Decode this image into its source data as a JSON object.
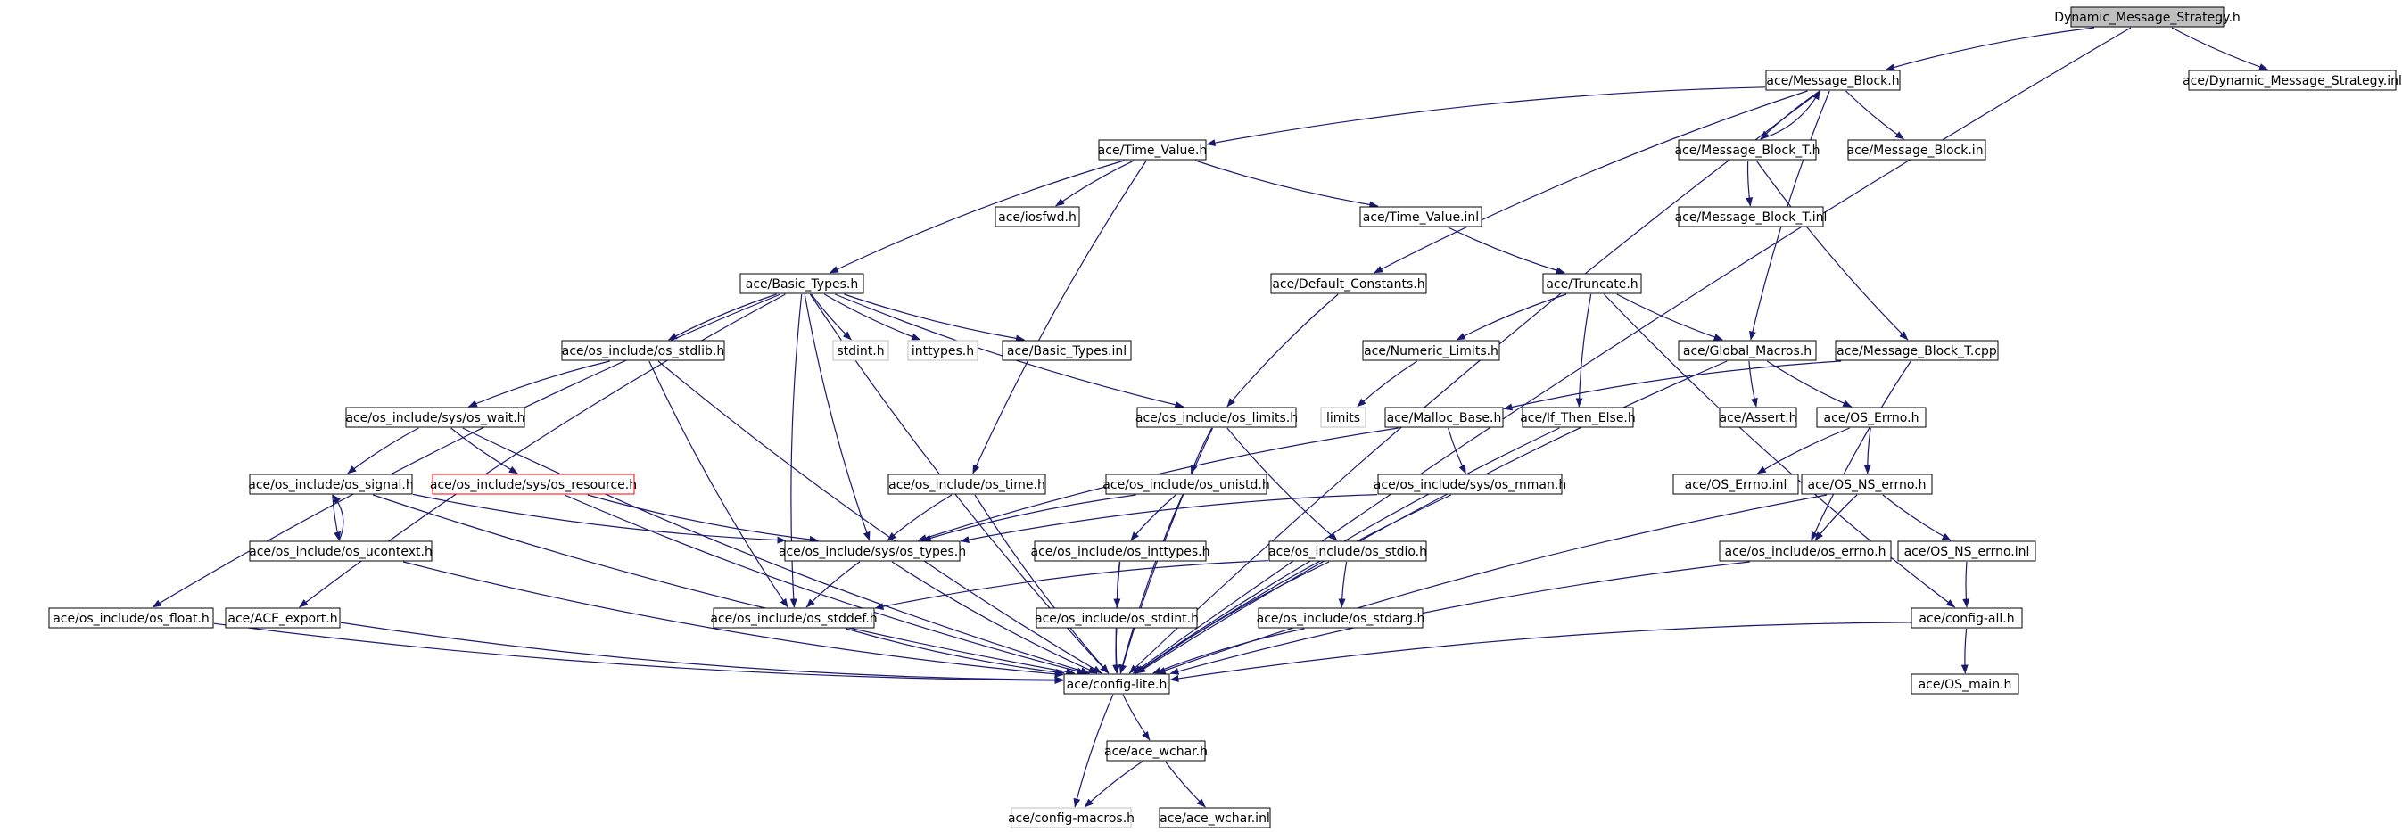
{
  "graph": {
    "title": "",
    "colors": {
      "edge": "#191970",
      "node_border": "#000000",
      "node_fill": "#ffffff",
      "root_fill": "#bfbfbf",
      "missing_border": "#bfbfbf",
      "error_border": "#ff0000"
    },
    "nodes": [
      {
        "id": "dms",
        "label": "Dynamic_Message_Strategy.h",
        "kind": "root"
      },
      {
        "id": "mb",
        "label": "ace/Message_Block.h",
        "kind": "normal"
      },
      {
        "id": "dmsinl",
        "label": "ace/Dynamic_Message_Strategy.inl",
        "kind": "normal"
      },
      {
        "id": "tv",
        "label": "ace/Time_Value.h",
        "kind": "normal"
      },
      {
        "id": "mbt",
        "label": "ace/Message_Block_T.h",
        "kind": "normal"
      },
      {
        "id": "mbinl",
        "label": "ace/Message_Block.inl",
        "kind": "normal"
      },
      {
        "id": "iosfwd",
        "label": "ace/iosfwd.h",
        "kind": "normal"
      },
      {
        "id": "tvinl",
        "label": "ace/Time_Value.inl",
        "kind": "normal"
      },
      {
        "id": "mbtinl",
        "label": "ace/Message_Block_T.inl",
        "kind": "normal"
      },
      {
        "id": "bt",
        "label": "ace/Basic_Types.h",
        "kind": "normal"
      },
      {
        "id": "dc",
        "label": "ace/Default_Constants.h",
        "kind": "normal"
      },
      {
        "id": "trunc",
        "label": "ace/Truncate.h",
        "kind": "normal"
      },
      {
        "id": "stdlib",
        "label": "ace/os_include/os_stdlib.h",
        "kind": "normal"
      },
      {
        "id": "stdint_h",
        "label": "stdint.h",
        "kind": "missing"
      },
      {
        "id": "inttypes_h",
        "label": "inttypes.h",
        "kind": "missing"
      },
      {
        "id": "btinl",
        "label": "ace/Basic_Types.inl",
        "kind": "normal"
      },
      {
        "id": "numlim",
        "label": "ace/Numeric_Limits.h",
        "kind": "normal"
      },
      {
        "id": "gm",
        "label": "ace/Global_Macros.h",
        "kind": "normal"
      },
      {
        "id": "mbtcpp",
        "label": "ace/Message_Block_T.cpp",
        "kind": "normal"
      },
      {
        "id": "wait",
        "label": "ace/os_include/sys/os_wait.h",
        "kind": "normal"
      },
      {
        "id": "limits",
        "label": "limits",
        "kind": "missing"
      },
      {
        "id": "oslimits",
        "label": "ace/os_include/os_limits.h",
        "kind": "normal"
      },
      {
        "id": "mallocbase",
        "label": "ace/Malloc_Base.h",
        "kind": "normal"
      },
      {
        "id": "ifthen",
        "label": "ace/If_Then_Else.h",
        "kind": "normal"
      },
      {
        "id": "assert",
        "label": "ace/Assert.h",
        "kind": "normal"
      },
      {
        "id": "oserrno",
        "label": "ace/OS_Errno.h",
        "kind": "normal"
      },
      {
        "id": "signal",
        "label": "ace/os_include/os_signal.h",
        "kind": "normal"
      },
      {
        "id": "resource",
        "label": "ace/os_include/sys/os_resource.h",
        "kind": "error"
      },
      {
        "id": "ostime",
        "label": "ace/os_include/os_time.h",
        "kind": "normal"
      },
      {
        "id": "unistd",
        "label": "ace/os_include/os_unistd.h",
        "kind": "normal"
      },
      {
        "id": "mman",
        "label": "ace/os_include/sys/os_mman.h",
        "kind": "normal"
      },
      {
        "id": "oserrnoinl",
        "label": "ace/OS_Errno.inl",
        "kind": "normal"
      },
      {
        "id": "nserrno",
        "label": "ace/OS_NS_errno.h",
        "kind": "normal"
      },
      {
        "id": "ucontext",
        "label": "ace/os_include/os_ucontext.h",
        "kind": "normal"
      },
      {
        "id": "types",
        "label": "ace/os_include/sys/os_types.h",
        "kind": "normal"
      },
      {
        "id": "inttypes",
        "label": "ace/os_include/os_inttypes.h",
        "kind": "normal"
      },
      {
        "id": "stdio",
        "label": "ace/os_include/os_stdio.h",
        "kind": "normal"
      },
      {
        "id": "errno",
        "label": "ace/os_include/os_errno.h",
        "kind": "normal"
      },
      {
        "id": "nserrnoinl",
        "label": "ace/OS_NS_errno.inl",
        "kind": "normal"
      },
      {
        "id": "float",
        "label": "ace/os_include/os_float.h",
        "kind": "normal"
      },
      {
        "id": "aceexport",
        "label": "ace/ACE_export.h",
        "kind": "normal"
      },
      {
        "id": "stddef",
        "label": "ace/os_include/os_stddef.h",
        "kind": "normal"
      },
      {
        "id": "stdint",
        "label": "ace/os_include/os_stdint.h",
        "kind": "normal"
      },
      {
        "id": "stdarg",
        "label": "ace/os_include/os_stdarg.h",
        "kind": "normal"
      },
      {
        "id": "configall",
        "label": "ace/config-all.h",
        "kind": "normal"
      },
      {
        "id": "configlite",
        "label": "ace/config-lite.h",
        "kind": "normal"
      },
      {
        "id": "osmain",
        "label": "ace/OS_main.h",
        "kind": "normal"
      },
      {
        "id": "acewchar",
        "label": "ace/ace_wchar.h",
        "kind": "normal"
      },
      {
        "id": "configmacros",
        "label": "ace/config-macros.h",
        "kind": "missing"
      },
      {
        "id": "acewcharinl",
        "label": "ace/ace_wchar.inl",
        "kind": "normal"
      }
    ],
    "edges": [
      [
        "dms",
        "mb"
      ],
      [
        "dms",
        "dmsinl"
      ],
      [
        "dms",
        "configlite"
      ],
      [
        "mb",
        "tv"
      ],
      [
        "mb",
        "mbt"
      ],
      [
        "mb",
        "mbinl"
      ],
      [
        "mb",
        "dc"
      ],
      [
        "mb",
        "gm"
      ],
      [
        "mb",
        "configlite"
      ],
      [
        "mbt",
        "mb"
      ],
      [
        "mbt",
        "mbtinl"
      ],
      [
        "mbt",
        "mbtcpp"
      ],
      [
        "tv",
        "iosfwd"
      ],
      [
        "tv",
        "tvinl"
      ],
      [
        "tv",
        "bt"
      ],
      [
        "tv",
        "ostime"
      ],
      [
        "tvinl",
        "trunc"
      ],
      [
        "bt",
        "stdlib"
      ],
      [
        "bt",
        "stdint_h"
      ],
      [
        "bt",
        "inttypes_h"
      ],
      [
        "bt",
        "btinl"
      ],
      [
        "bt",
        "oslimits"
      ],
      [
        "bt",
        "types"
      ],
      [
        "bt",
        "stddef"
      ],
      [
        "bt",
        "float"
      ],
      [
        "bt",
        "aceexport"
      ],
      [
        "bt",
        "configlite"
      ],
      [
        "dc",
        "oslimits"
      ],
      [
        "trunc",
        "numlim"
      ],
      [
        "trunc",
        "gm"
      ],
      [
        "trunc",
        "ifthen"
      ],
      [
        "trunc",
        "configall"
      ],
      [
        "numlim",
        "limits"
      ],
      [
        "stdlib",
        "wait"
      ],
      [
        "stdlib",
        "stddef"
      ],
      [
        "stdlib",
        "configlite"
      ],
      [
        "wait",
        "signal"
      ],
      [
        "wait",
        "resource"
      ],
      [
        "wait",
        "configlite"
      ],
      [
        "gm",
        "assert"
      ],
      [
        "gm",
        "oserrno"
      ],
      [
        "gm",
        "configlite"
      ],
      [
        "mbtcpp",
        "mallocbase"
      ],
      [
        "mbtcpp",
        "errno"
      ],
      [
        "oslimits",
        "unistd"
      ],
      [
        "oslimits",
        "stdio"
      ],
      [
        "oslimits",
        "configlite"
      ],
      [
        "mallocbase",
        "mman"
      ],
      [
        "mallocbase",
        "types"
      ],
      [
        "ifthen",
        "configlite"
      ],
      [
        "oserrno",
        "oserrnoinl"
      ],
      [
        "oserrno",
        "nserrno"
      ],
      [
        "nserrno",
        "errno"
      ],
      [
        "nserrno",
        "nserrnoinl"
      ],
      [
        "nserrno",
        "configlite"
      ],
      [
        "signal",
        "types"
      ],
      [
        "signal",
        "ucontext"
      ],
      [
        "signal",
        "configlite"
      ],
      [
        "ucontext",
        "signal"
      ],
      [
        "ucontext",
        "configlite"
      ],
      [
        "resource",
        "types"
      ],
      [
        "resource",
        "configlite"
      ],
      [
        "ostime",
        "types"
      ],
      [
        "ostime",
        "configlite"
      ],
      [
        "unistd",
        "types"
      ],
      [
        "unistd",
        "inttypes"
      ],
      [
        "unistd",
        "configlite"
      ],
      [
        "mman",
        "types"
      ],
      [
        "mman",
        "configlite"
      ],
      [
        "types",
        "stddef"
      ],
      [
        "types",
        "configlite"
      ],
      [
        "inttypes",
        "stdint"
      ],
      [
        "inttypes",
        "configlite"
      ],
      [
        "stdio",
        "stddef"
      ],
      [
        "stdio",
        "stdarg"
      ],
      [
        "stdio",
        "configlite"
      ],
      [
        "errno",
        "configlite"
      ],
      [
        "nserrnoinl",
        "configall"
      ],
      [
        "float",
        "configlite"
      ],
      [
        "aceexport",
        "configlite"
      ],
      [
        "stddef",
        "configlite"
      ],
      [
        "stdint",
        "configlite"
      ],
      [
        "stdarg",
        "configlite"
      ],
      [
        "configall",
        "configlite"
      ],
      [
        "configall",
        "osmain"
      ],
      [
        "configlite",
        "acewchar"
      ],
      [
        "configlite",
        "configmacros"
      ],
      [
        "acewchar",
        "configmacros"
      ],
      [
        "acewchar",
        "acewcharinl"
      ]
    ]
  }
}
